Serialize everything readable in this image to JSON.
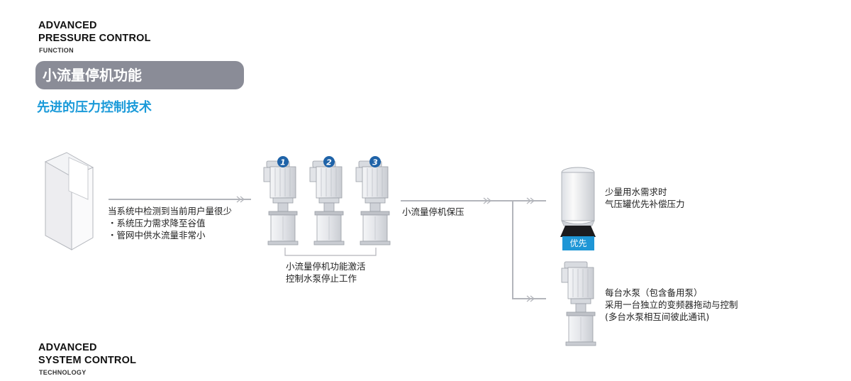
{
  "header_top": {
    "line1": "ADVANCED",
    "line2": "PRESSURE CONTROL",
    "sub": "FUNCTION"
  },
  "feature_title": "小流量停机功能",
  "subtitle": "先进的压力控制技术",
  "left_note": {
    "line1": "当系统中检测到当前用户量很少",
    "line2": "・系统压力需求降至谷值",
    "line3": "・管网中供水流量非常小"
  },
  "pump_numbers": [
    "1",
    "2",
    "3"
  ],
  "pumps_note": {
    "line1": "小流量停机功能激活",
    "line2": "控制水泵停止工作"
  },
  "flow_label": "小流量停机保压",
  "tank_note": {
    "line1": "少量用水需求时",
    "line2": "气压罐优先补偿压力"
  },
  "priority_badge": "优先",
  "pump_note": {
    "line1": "每台水泵（包含备用泵）",
    "line2": "采用一台独立的变频器拖动与控制",
    "line3": "(多台水泵相互间彼此通讯)"
  },
  "header_bottom": {
    "line1": "ADVANCED",
    "line2": "SYSTEM CONTROL",
    "sub": "TECHNOLOGY"
  },
  "colors": {
    "accent_blue": "#1a9ad9",
    "pill_gray": "#8a8c97",
    "badge_blue": "#1e96d6",
    "line_gray": "#b3b5bb",
    "number_blue": "#1f63a8"
  },
  "icons": [
    "control-cabinet-icon",
    "pump-icon",
    "pressure-tank-icon",
    "double-chevron-icon"
  ]
}
